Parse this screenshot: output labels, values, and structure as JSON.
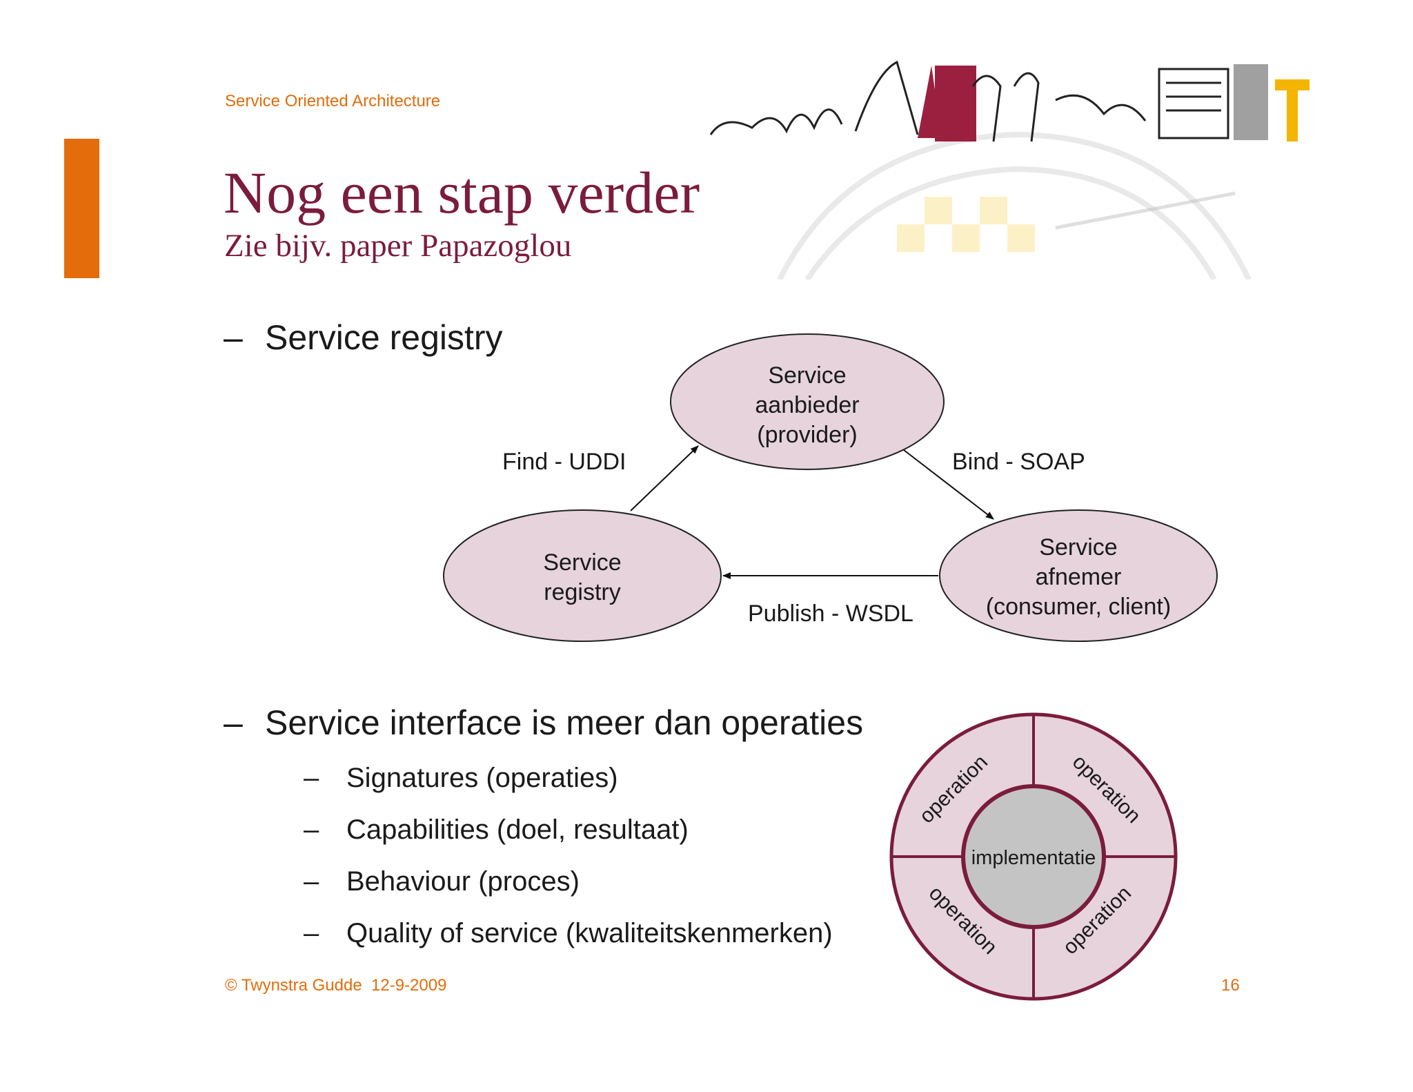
{
  "header": {
    "section_label": "Service Oriented Architecture",
    "title": "Nog een stap verder",
    "subtitle": "Zie bijv. paper Papazoglou"
  },
  "bullets": {
    "dash": "–",
    "first": "Service registry",
    "second": "Service interface is meer dan operaties",
    "sub_items": [
      "Signatures (operaties)",
      "Capabilities (doel, resultaat)",
      "Behaviour (proces)",
      "Quality of service (kwaliteitskenmerken)"
    ]
  },
  "triangle_diagram": {
    "provider": [
      "Service",
      "aanbieder",
      "(provider)"
    ],
    "registry": [
      "Service",
      "registry"
    ],
    "consumer": [
      "Service",
      "afnemer",
      "(consumer, client)"
    ],
    "find_label": "Find - UDDI",
    "bind_label": "Bind - SOAP",
    "publish_label": "Publish - WSDL"
  },
  "wheel_diagram": {
    "center_label": "implementatie",
    "operation_label": "operation"
  },
  "footer": {
    "copyright": "© Twynstra Gudde  12-9-2009",
    "page_number": "16"
  },
  "colors": {
    "accent_orange": "#e46c0a",
    "title_maroon": "#7b1c3c",
    "ellipse_fill": "#e6d3dc",
    "wheel_ring": "#7b1c3c",
    "wheel_center": "#c4c4c4"
  },
  "icons": [
    "company-logo-sketch"
  ]
}
